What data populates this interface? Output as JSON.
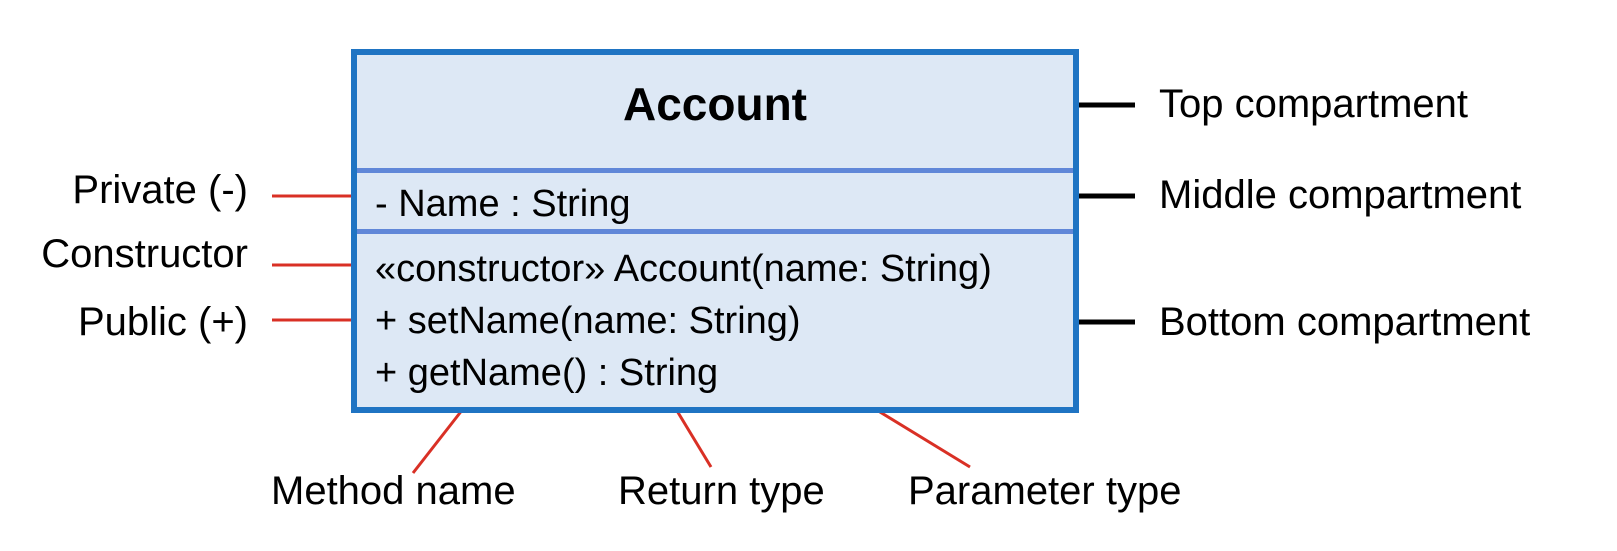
{
  "diagram": {
    "class_box": {
      "name": "Account",
      "attributes": [
        "- Name : String"
      ],
      "operations": [
        "«constructor» Account(name: String)",
        "+ setName(name: String)",
        "+ getName() : String"
      ]
    },
    "annotations_right": {
      "top": "Top compartment",
      "middle": "Middle compartment",
      "bottom": "Bottom compartment"
    },
    "annotations_left": {
      "private": "Private (-)",
      "constructor": "Constructor",
      "public": "Public (+)"
    },
    "annotations_bottom": {
      "method_name": "Method name",
      "return_type": "Return type",
      "parameter_type": "Parameter type"
    },
    "colors": {
      "box_border": "#1f74c3",
      "box_fill": "#dde8f5",
      "divider": "#6087d8",
      "left_leader": "#d93025",
      "right_leader": "#000000"
    }
  }
}
